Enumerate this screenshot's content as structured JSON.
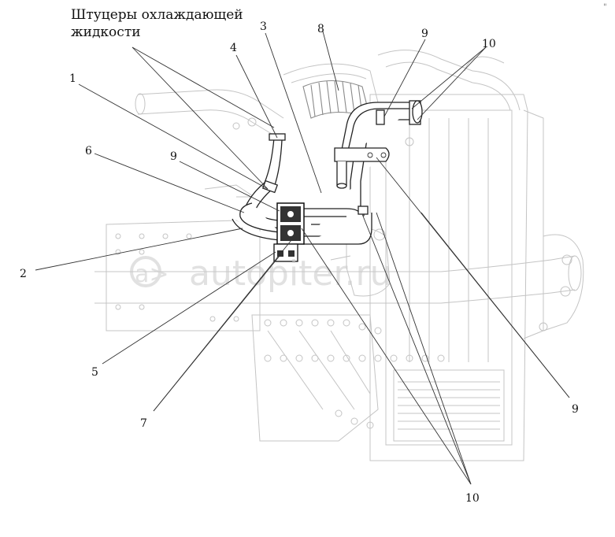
{
  "heading": {
    "line1": "Штуцеры охлаждающей",
    "line2": "жидкости"
  },
  "callouts": {
    "c1": "1",
    "c2": "2",
    "c3": "3",
    "c4": "4",
    "c5": "5",
    "c6": "6",
    "c7": "7",
    "c8": "8",
    "c9a": "9",
    "c9b": "9",
    "c9c": "9",
    "c10a": "10",
    "c10b": "10"
  },
  "watermark": "autopiter.ru",
  "corner_mark": "\""
}
